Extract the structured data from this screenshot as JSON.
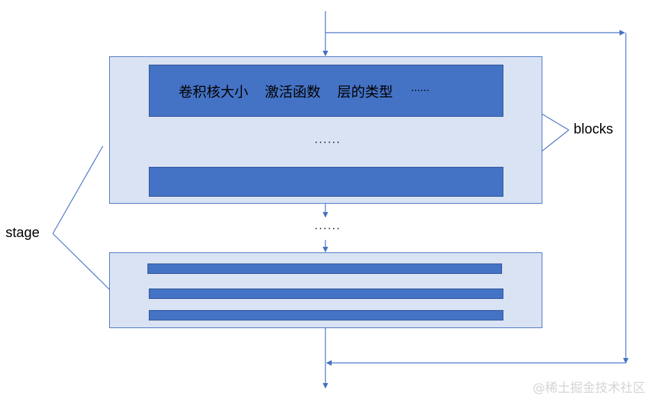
{
  "block_content": {
    "kernel_size": "卷积核大小",
    "activation": "激活函数",
    "layer_type": "层的类型",
    "more": "······"
  },
  "ellipsis_inside_stage": "······",
  "ellipsis_between_stages": "······",
  "labels": {
    "blocks": "blocks",
    "stage": "stage"
  },
  "watermark": "@稀土掘金技术社区",
  "colors": {
    "stage_fill": "#dae3f3",
    "block_fill": "#4472c4",
    "line": "#4472c4"
  }
}
